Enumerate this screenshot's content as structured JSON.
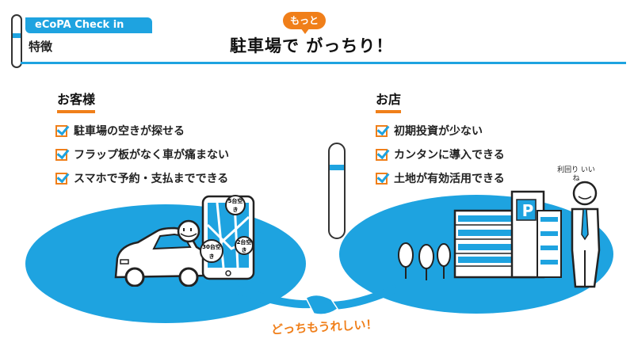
{
  "header": {
    "tag": "eCoPA Check in",
    "section": "特徴",
    "bubble": "もっと",
    "title": "駐車場で がっちり！"
  },
  "customers": {
    "heading": "お客様",
    "items": [
      "駐車場の空きが探せる",
      "フラップ板がなく車が痛まない",
      "スマホで予約・支払までできる"
    ]
  },
  "shop": {
    "heading": "お店",
    "items": [
      "初期投資が少ない",
      "カンタンに導入できる",
      "土地が有効活用できる"
    ]
  },
  "phone_map": {
    "badges": [
      "5台空き",
      "30台空き",
      "2台空き"
    ]
  },
  "parking_sign": "P",
  "speech_note": "利回り いいね",
  "bottom": "どっちもうれしい！",
  "colors": {
    "accent_blue": "#1ea3e0",
    "accent_orange": "#f07f1a"
  }
}
